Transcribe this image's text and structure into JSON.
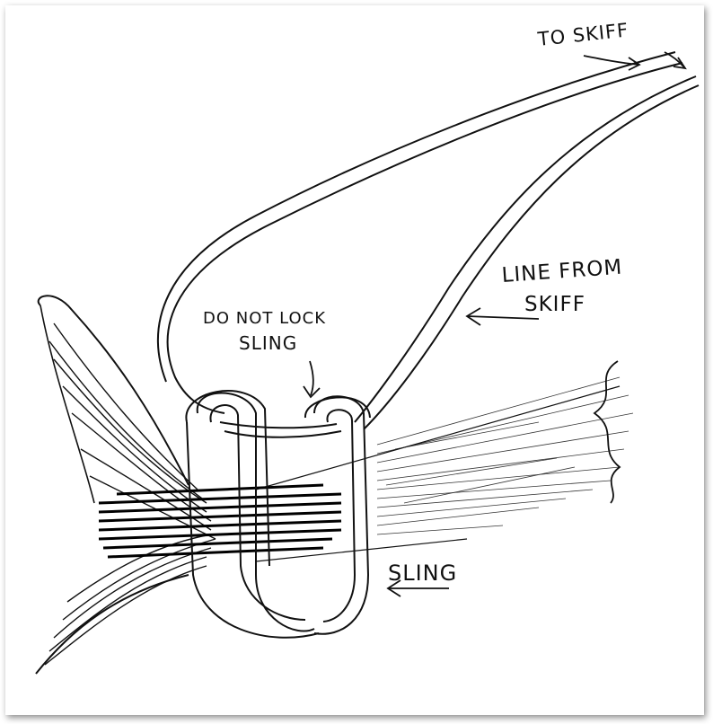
{
  "labels": {
    "to_skiff": "TO SKIFF",
    "line_from": "LINE FROM",
    "skiff": "SKIFF",
    "do_not_lock": "DO NOT LOCK",
    "sling_note": "SLING",
    "sling": "SLING"
  },
  "colors": {
    "ink": "#111111",
    "paper": "#ffffff"
  }
}
